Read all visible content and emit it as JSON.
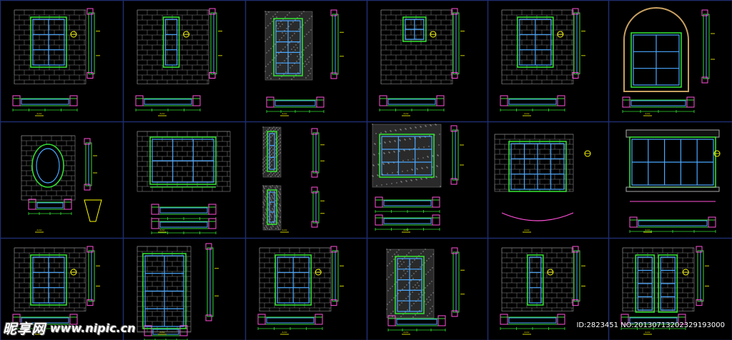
{
  "drawing": {
    "background": "#000000",
    "grid_color": "#1e2d6e",
    "wall_color": "#8a8a8a",
    "frame_color": "#33dd33",
    "glass_color": "#4aa8ff",
    "mark_color": "#ffff00",
    "section_color": "#ff4fd8",
    "dim_color": "#33dd33",
    "cells": [
      {
        "type": "rect-window",
        "label": "A-xxx"
      },
      {
        "type": "tall-window",
        "label": "A-xxx"
      },
      {
        "type": "door-stone",
        "label": "A-xxx"
      },
      {
        "type": "small-window",
        "label": "A-xxx"
      },
      {
        "type": "hatched-window",
        "label": "A-xxx"
      },
      {
        "type": "arched-window",
        "label": "A-xxx"
      },
      {
        "type": "oval-window",
        "label": "A-xxx"
      },
      {
        "type": "triple-window",
        "label": "A-xxx"
      },
      {
        "type": "pair-narrow",
        "label": "A-xxx"
      },
      {
        "type": "stone-multi",
        "label": "A-xxx"
      },
      {
        "type": "bay-window",
        "label": "A-xxx"
      },
      {
        "type": "classic-facade",
        "label": "A-xxx"
      },
      {
        "type": "rect-window",
        "label": "A-xxx"
      },
      {
        "type": "double-door",
        "label": "A-xxx"
      },
      {
        "type": "rect-window",
        "label": "A-xxx"
      },
      {
        "type": "stone-door",
        "label": "A-xxx"
      },
      {
        "type": "narrow-window",
        "label": "A-xxx"
      },
      {
        "type": "twin-arch",
        "label": "A-xxx"
      }
    ]
  },
  "watermark": {
    "logo_cn": "昵享网",
    "logo_url": "www.nipic.cn",
    "id_text": "ID:2823451 NO:20130713202329193000"
  }
}
